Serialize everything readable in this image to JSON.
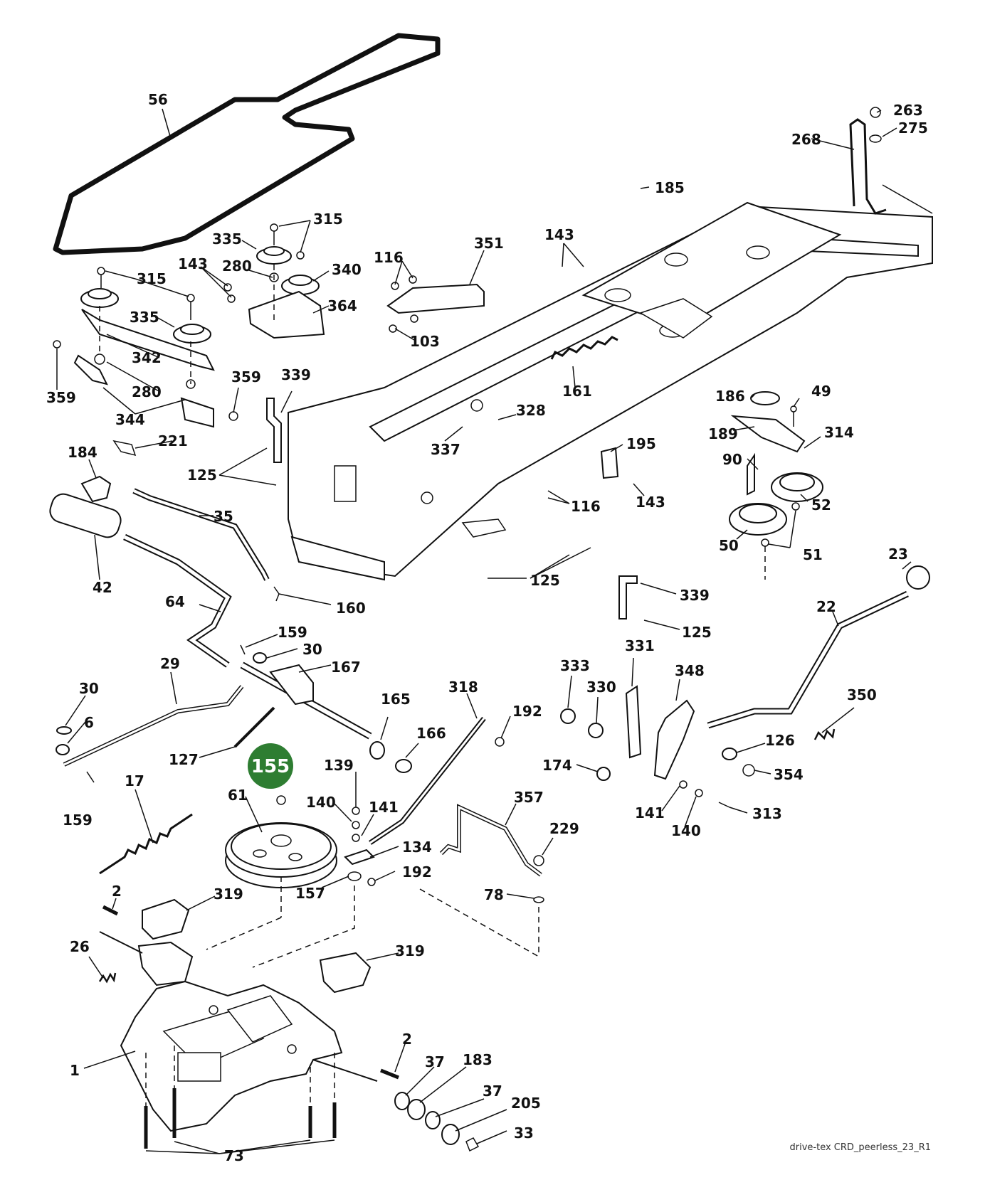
{
  "caption": "drive-tex CRD_peerless_23_R1",
  "highlight": {
    "label": "155",
    "color": "#2e7d32"
  },
  "labels": {
    "l56": "56",
    "l315a": "315",
    "l335a": "335",
    "l143a": "143",
    "l280a": "280",
    "l340": "340",
    "l364": "364",
    "l315b": "315",
    "l335b": "335",
    "l342": "342",
    "l280b": "280",
    "l359a": "359",
    "l359b": "359",
    "l344": "344",
    "l116a": "116",
    "l351": "351",
    "l103": "103",
    "l143b": "143",
    "l185": "185",
    "l263": "263",
    "l275": "275",
    "l268": "268",
    "l161": "161",
    "l339a": "339",
    "l125a": "125",
    "l221": "221",
    "l184": "184",
    "l328": "328",
    "l337": "337",
    "l186": "186",
    "l49": "49",
    "l189": "189",
    "l314": "314",
    "l90": "90",
    "l52": "52",
    "l50": "50",
    "l51": "51",
    "l195": "195",
    "l143c": "143",
    "l116b": "116",
    "l125b": "125",
    "l35": "35",
    "l42": "42",
    "l160": "160",
    "l23": "23",
    "l22": "22",
    "l339b": "339",
    "l125c": "125",
    "l64": "64",
    "l159a": "159",
    "l30a": "30",
    "l167": "167",
    "l29": "29",
    "l30b": "30",
    "l6": "6",
    "l165": "165",
    "l166": "166",
    "l318": "318",
    "l192a": "192",
    "l331": "331",
    "l333": "333",
    "l330": "330",
    "l348": "348",
    "l350": "350",
    "l126": "126",
    "l354": "354",
    "l174": "174",
    "l127": "127",
    "l159b": "159",
    "l61": "61",
    "l139": "139",
    "l140a": "140",
    "l141a": "141",
    "l134": "134",
    "l192b": "192",
    "l157": "157",
    "l357": "357",
    "l229": "229",
    "l78": "78",
    "l141b": "141",
    "l140b": "140",
    "l313": "313",
    "l17": "17",
    "l2a": "2",
    "l319a": "319",
    "l26": "26",
    "l319b": "319",
    "l1": "1",
    "l2b": "2",
    "l37a": "37",
    "l183": "183",
    "l37b": "37",
    "l205": "205",
    "l33": "33",
    "l73": "73"
  }
}
